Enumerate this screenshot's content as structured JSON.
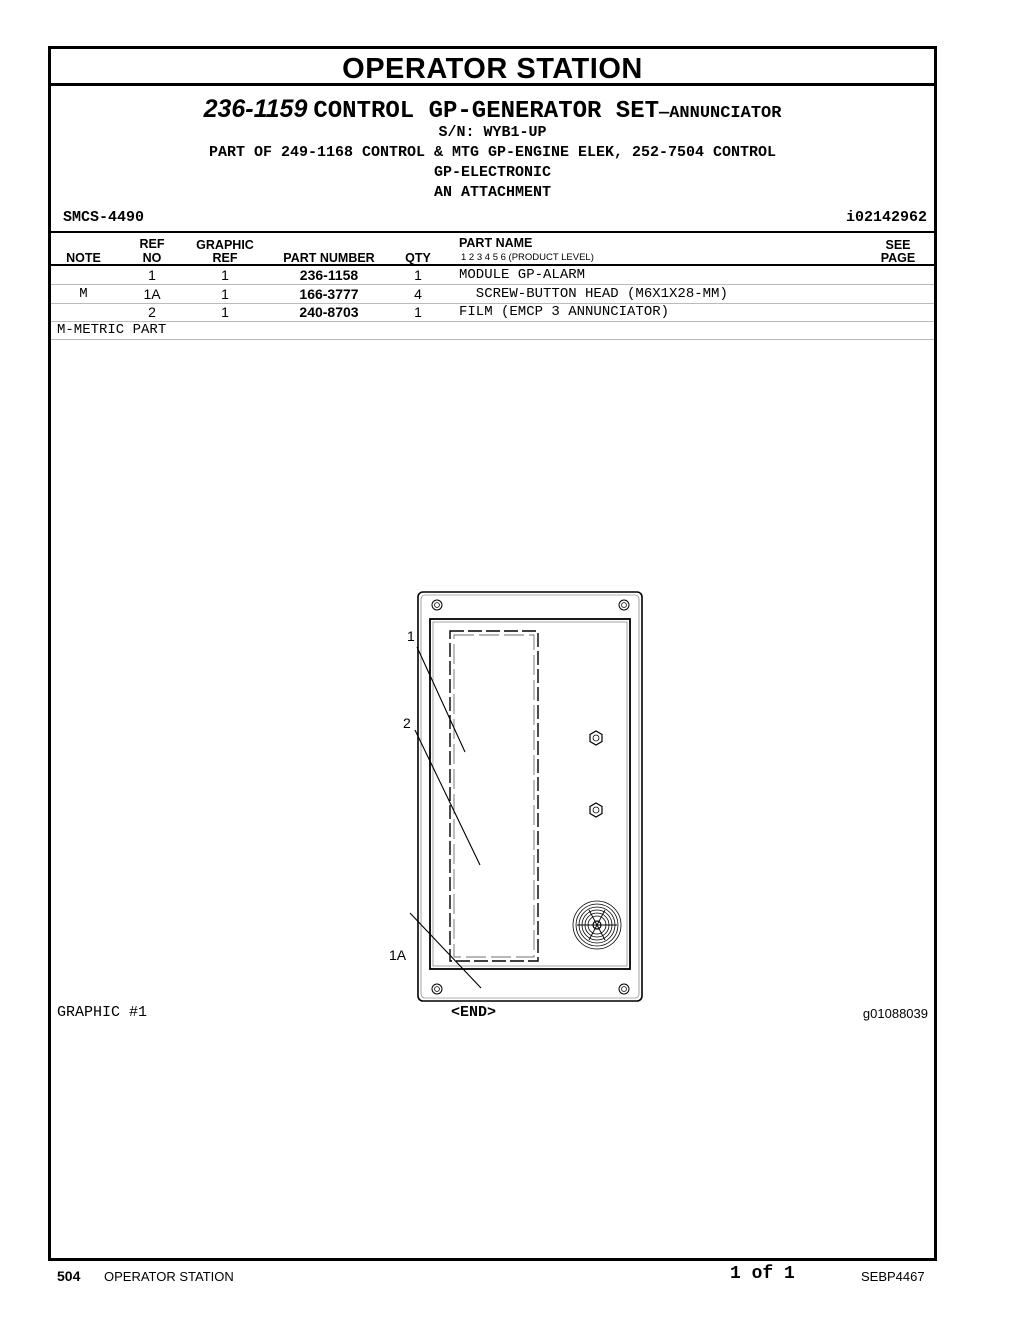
{
  "section_title": "OPERATOR STATION",
  "group": {
    "number": "236-1159",
    "description": "CONTROL GP-GENERATOR SET",
    "suffix": "—ANNUNCIATOR",
    "sn": "S/N: WYB1-UP",
    "part_of_line1": "PART OF 249-1168 CONTROL & MTG GP-ENGINE ELEK, 252-7504 CONTROL",
    "part_of_line2": "GP-ELECTRONIC",
    "attachment": "AN ATTACHMENT",
    "smcs": "SMCS-4490",
    "ident": "i02142962"
  },
  "table": {
    "headers": {
      "note": "NOTE",
      "ref_no_1": "REF",
      "ref_no_2": "NO",
      "graphic_ref_1": "GRAPHIC",
      "graphic_ref_2": "REF",
      "part_number": "PART NUMBER",
      "qty": "QTY",
      "part_name": "PART NAME",
      "product_levels": "1   2   3   4   5   6   (PRODUCT LEVEL)",
      "see_page_1": "SEE",
      "see_page_2": "PAGE"
    },
    "rows": [
      {
        "note": "",
        "ref_no": "1",
        "graphic_ref": "1",
        "part_number": "236-1158",
        "qty": "1",
        "part_name": "MODULE GP-ALARM"
      },
      {
        "note": "M",
        "ref_no": "1A",
        "graphic_ref": "1",
        "part_number": "166-3777",
        "qty": "4",
        "part_name": "  SCREW-BUTTON HEAD (M6X1X28-MM)"
      },
      {
        "note": "",
        "ref_no": "2",
        "graphic_ref": "1",
        "part_number": "240-8703",
        "qty": "1",
        "part_name": "FILM (EMCP 3 ANNUNCIATOR)"
      }
    ],
    "footnote": "M-METRIC PART"
  },
  "drawing": {
    "callouts": [
      "1",
      "2",
      "1A"
    ],
    "graphic_label": "GRAPHIC #1",
    "end_label": "<END>",
    "graphic_id": "g01088039"
  },
  "footer": {
    "page_number": "504",
    "section": "OPERATOR STATION",
    "page_of": "1 of 1",
    "doc_id": "SEBP4467"
  }
}
